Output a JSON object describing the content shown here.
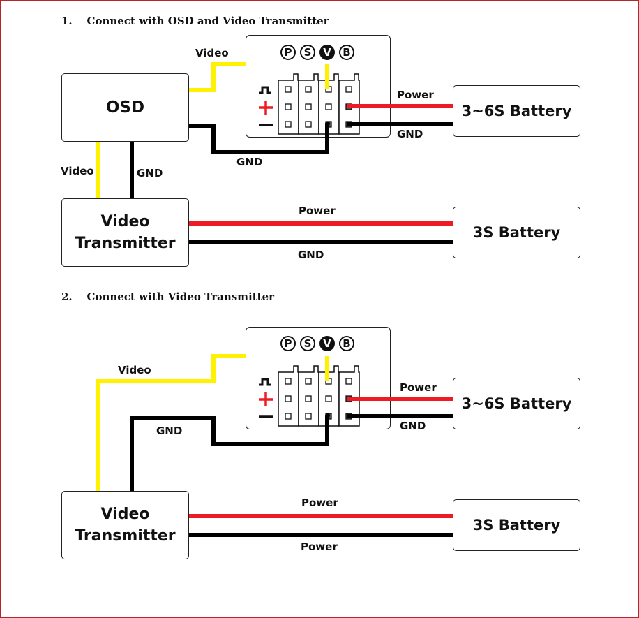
{
  "colors": {
    "frame": "#b3262c",
    "video_wire": "#fff200",
    "power_wire": "#ed1c24",
    "ground_wire": "#000000"
  },
  "sections": [
    {
      "heading": "1.    Connect with OSD and Video Transmitter",
      "blocks": {
        "osd": "OSD",
        "vtx_line1": "Video",
        "vtx_line2": "Transmitter",
        "battery_main": "3~6S Battery",
        "battery_vtx": "3S Battery"
      },
      "receiver": {
        "channels": [
          "P",
          "S",
          "V",
          "B"
        ],
        "active_channel": "V",
        "row_symbols": [
          "signal-pulse",
          "+",
          "−"
        ]
      },
      "wire_labels": {
        "osd_to_rx_video": "Video",
        "osd_to_rx_gnd": "GND",
        "osd_to_vtx_video": "Video",
        "osd_to_vtx_gnd": "GND",
        "rx_battery_power": "Power",
        "rx_battery_gnd": "GND",
        "vtx_battery_power": "Power",
        "vtx_battery_gnd": "GND"
      }
    },
    {
      "heading": "2.    Connect with Video Transmitter",
      "blocks": {
        "vtx_line1": "Video",
        "vtx_line2": "Transmitter",
        "battery_main": "3~6S Battery",
        "battery_vtx": "3S Battery"
      },
      "receiver": {
        "channels": [
          "P",
          "S",
          "V",
          "B"
        ],
        "active_channel": "V",
        "row_symbols": [
          "signal-pulse",
          "+",
          "−"
        ]
      },
      "wire_labels": {
        "vtx_to_rx_video": "Video",
        "vtx_to_rx_gnd": "GND",
        "rx_battery_power": "Power",
        "rx_battery_gnd": "GND",
        "vtx_battery_power": "Power",
        "vtx_battery_second": "Power"
      }
    }
  ]
}
